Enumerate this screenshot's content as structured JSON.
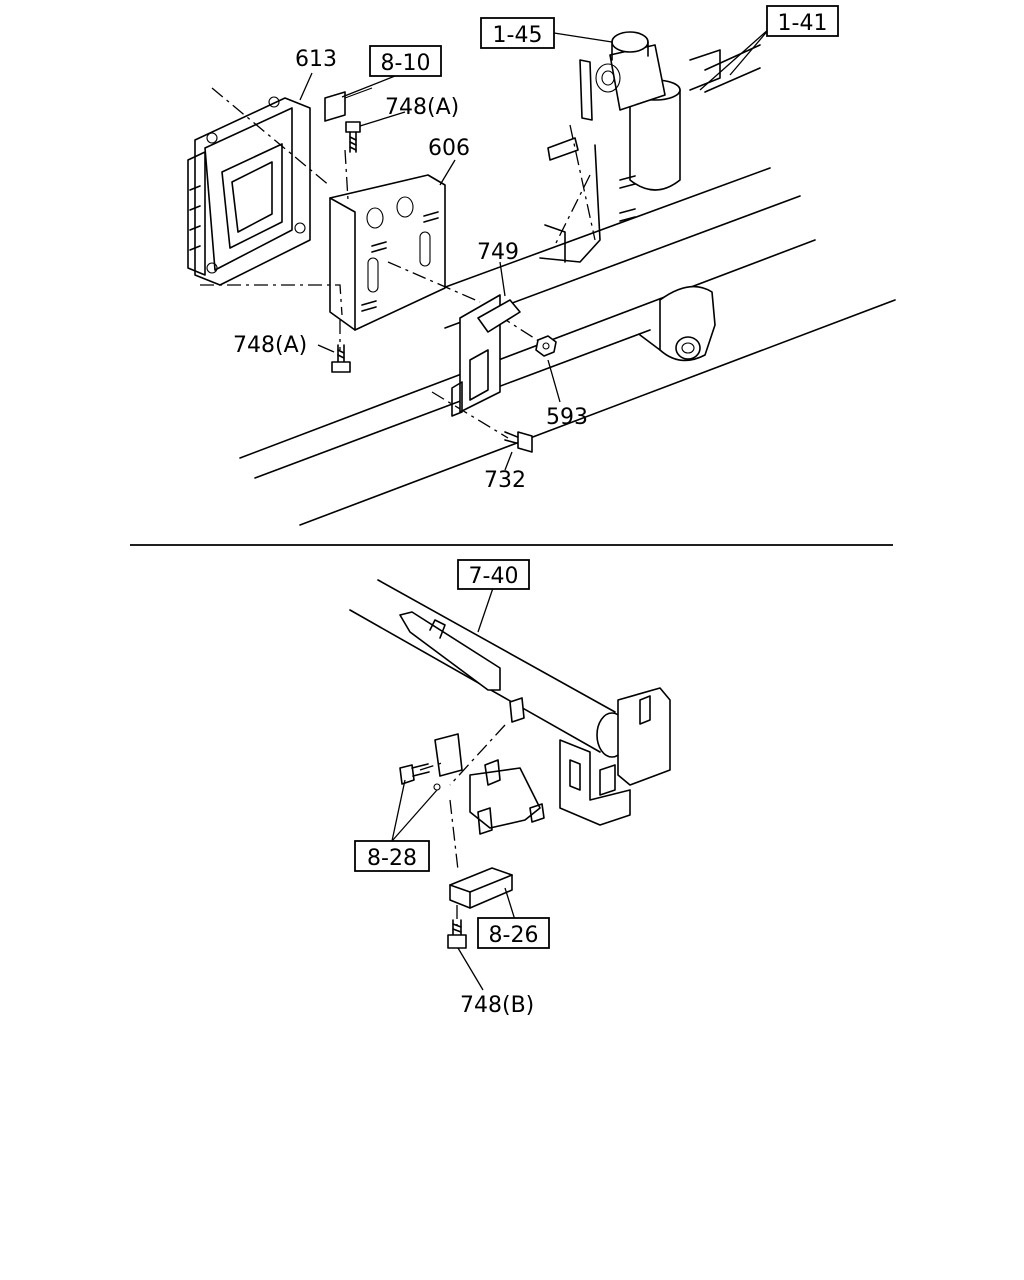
{
  "top_section": {
    "labels": {
      "l613": "613",
      "l748a_top": "748(A)",
      "l606": "606",
      "l749": "749",
      "l748a_left": "748(A)",
      "l593": "593",
      "l732": "732"
    },
    "ref_boxes": {
      "b810": "8-10",
      "b145": "1-45",
      "b141": "1-41"
    }
  },
  "bottom_section": {
    "ref_boxes": {
      "b740": "7-40",
      "b828": "8-28",
      "b826": "8-26"
    },
    "labels": {
      "l748b": "748(B)"
    }
  }
}
